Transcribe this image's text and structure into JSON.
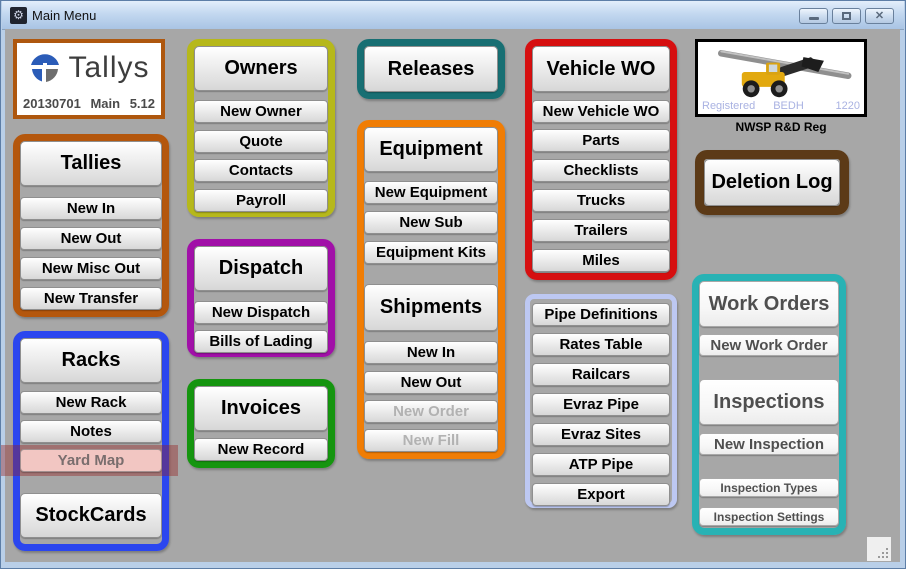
{
  "window": {
    "title": "Main Menu",
    "close_glyph": "✕"
  },
  "logo": {
    "brand": "Tallys",
    "build": "20130701",
    "mode": "Main",
    "version": "5.12"
  },
  "photo": {
    "status": "Registered",
    "code": "BEDH",
    "number": "1220",
    "caption": "NWSP R&D Reg"
  },
  "groups": {
    "tallies": {
      "header": "Tallies",
      "items": [
        "New In",
        "New Out",
        "New Misc Out",
        "New Transfer"
      ]
    },
    "racks": {
      "header": "Racks",
      "items": [
        "New Rack",
        "Notes",
        "Yard Map"
      ],
      "stockcards": "StockCards"
    },
    "owners": {
      "header": "Owners",
      "items": [
        "New Owner",
        "Quote",
        "Contacts",
        "Payroll"
      ]
    },
    "dispatch": {
      "header": "Dispatch",
      "items": [
        "New Dispatch",
        "Bills of Lading"
      ]
    },
    "invoices": {
      "header": "Invoices",
      "items": [
        "New Record"
      ]
    },
    "releases": {
      "header": "Releases"
    },
    "equipment": {
      "header": "Equipment",
      "items": [
        "New Equipment",
        "New Sub",
        "Equipment Kits"
      ]
    },
    "shipments": {
      "header": "Shipments",
      "items": [
        "New In",
        "New Out",
        "New Order",
        "New Fill"
      ]
    },
    "vehicle_wo": {
      "header": "Vehicle WO",
      "items": [
        "New Vehicle WO",
        "Parts",
        "Checklists",
        "Trucks",
        "Trailers",
        "Miles"
      ]
    },
    "pipe": {
      "items": [
        "Pipe Definitions",
        "Rates Table",
        "Railcars",
        "Evraz Pipe",
        "Evraz Sites",
        "ATP Pipe",
        "Export"
      ]
    },
    "deletion": {
      "header": "Deletion Log"
    },
    "work_orders": {
      "header": "Work Orders",
      "items": [
        "New Work Order"
      ],
      "inspections_header": "Inspections",
      "inspection_items": [
        "New Inspection",
        "Inspection Types",
        "Inspection Settings"
      ]
    }
  },
  "colors": {
    "tallies_border": "#b4570d",
    "racks_border": "#2b46ef",
    "owners_border": "#b6b81b",
    "dispatch_border": "#a110a8",
    "invoices_border": "#15950f",
    "releases_border": "#186f73",
    "equipment_border": "#f07d05",
    "vehicle_border": "#d60f10",
    "pipe_border": "#bdc8f2",
    "deletion_border": "#5c3a17",
    "work_orders_border": "#28b2b4",
    "yard_map_highlight": "#f2c6c2",
    "highlight_stripe": "#a87272",
    "client_background": "#a7a7a7"
  }
}
